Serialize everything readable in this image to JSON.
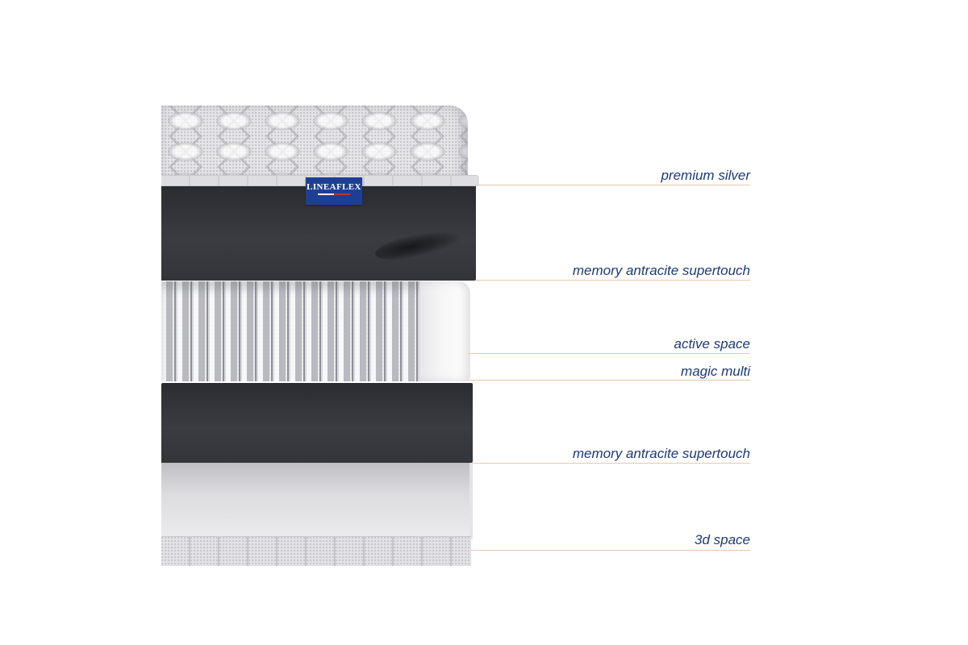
{
  "brand": {
    "name": "LINEAFLEX",
    "colors": {
      "tag": "#1d3f93",
      "label": "#1c3a78",
      "leader": "#e8c6aa"
    }
  },
  "layers": [
    {
      "id": "premium-silver",
      "label": "premium silver"
    },
    {
      "id": "memory-antracite-top",
      "label": "memory antracite supertouch"
    },
    {
      "id": "active-space",
      "label": "active space"
    },
    {
      "id": "magic-multi",
      "label": "magic multi"
    },
    {
      "id": "memory-antracite-bottom",
      "label": "memory antracite supertouch"
    },
    {
      "id": "3d-space",
      "label": "3d space"
    }
  ]
}
